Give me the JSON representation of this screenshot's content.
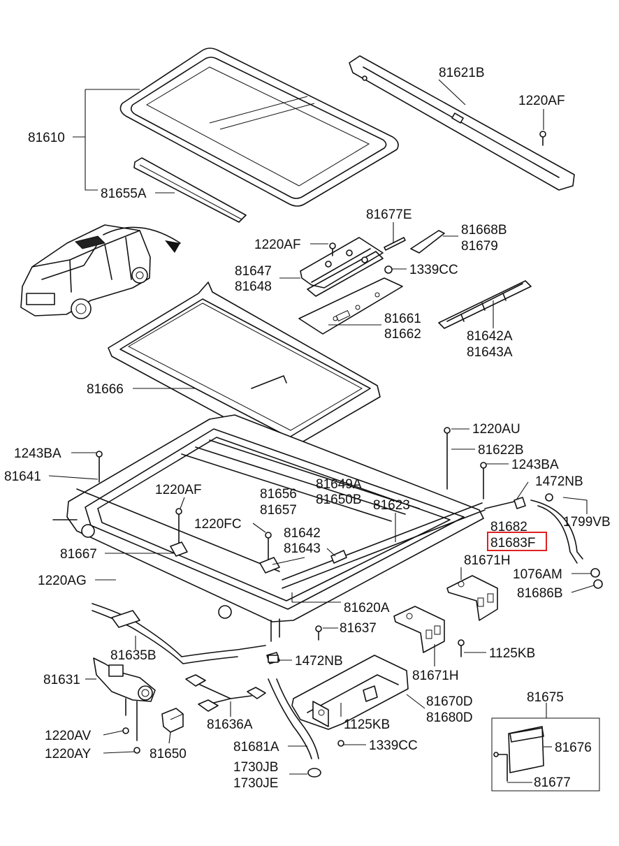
{
  "labels": {
    "p81621B": "81621B",
    "p1220AF_top": "1220AF",
    "p81610": "81610",
    "p81655A": "81655A",
    "p81677E": "81677E",
    "p81668B": "81668B",
    "p81679": "81679",
    "p1220AF_mid": "1220AF",
    "p81647": "81647",
    "p81648": "81648",
    "p1339CC_top": "1339CC",
    "p81661": "81661",
    "p81662": "81662",
    "p81642A": "81642A",
    "p81643A": "81643A",
    "p81666": "81666",
    "p1220AU": "1220AU",
    "p81622B": "81622B",
    "p1243BA_left": "1243BA",
    "p1243BA_right": "1243BA",
    "p81641": "81641",
    "p1220AF_low": "1220AF",
    "p81656": "81656",
    "p81657": "81657",
    "p81649A": "81649A",
    "p81650B": "81650B",
    "p81623": "81623",
    "p1472NB_top": "1472NB",
    "p1799VB": "1799VB",
    "p1220FC": "1220FC",
    "p81642": "81642",
    "p81643": "81643",
    "p81682": "81682",
    "p81683F": "81683F",
    "p81667": "81667",
    "p81671H_top": "81671H",
    "p1076AM": "1076AM",
    "p81686B": "81686B",
    "p1220AG": "1220AG",
    "p81620A": "81620A",
    "p81637": "81637",
    "p81635B": "81635B",
    "p1472NB_low": "1472NB",
    "p1125KB_right": "1125KB",
    "p81671H_low": "81671H",
    "p81631": "81631",
    "p81670D": "81670D",
    "p81680D": "81680D",
    "p81675": "81675",
    "p81636A": "81636A",
    "p1125KB_low": "1125KB",
    "p1220AV": "1220AV",
    "p1220AY": "1220AY",
    "p81650": "81650",
    "p81681A": "81681A",
    "p1339CC_low": "1339CC",
    "p81676": "81676",
    "p1730JB": "1730JB",
    "p1730JE": "1730JE",
    "p81677": "81677"
  },
  "highlight": {
    "color": "#e02020",
    "part": "81683F"
  }
}
